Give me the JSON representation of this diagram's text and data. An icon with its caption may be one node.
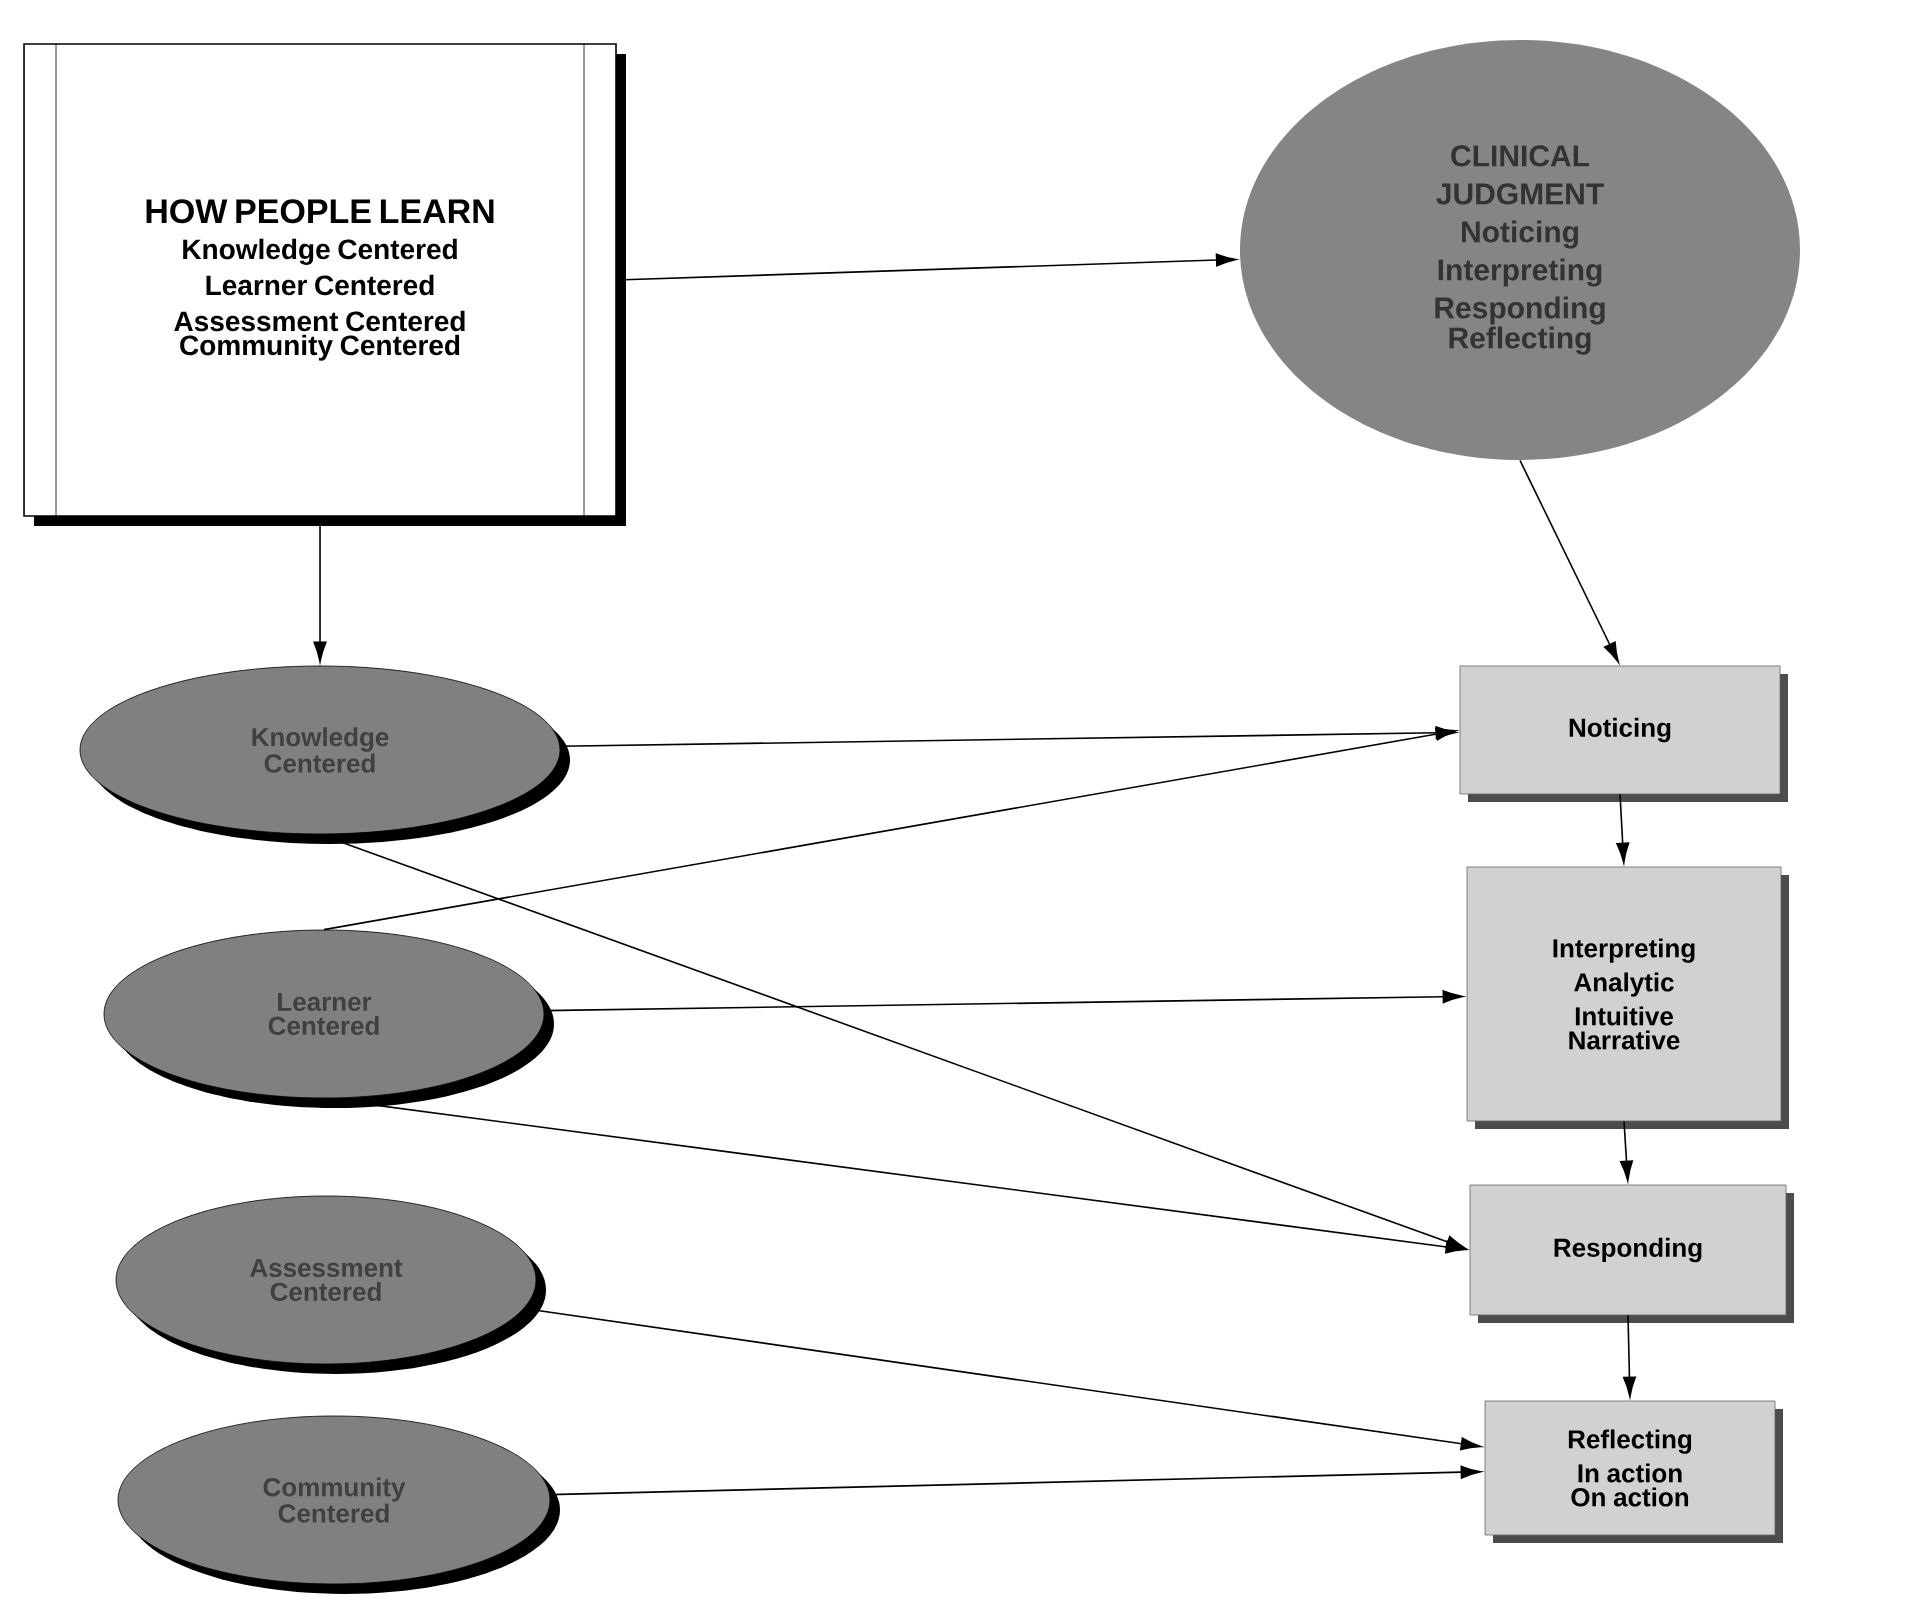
{
  "diagram": {
    "nodes": [
      {
        "text": [
          "HOW PEOPLE LEARN",
          "Knowledge Centered",
          "Learner Centered",
          "Assessment Centered",
          "Community Centered"
        ]
      },
      {
        "text": [
          "CLINICAL JUDGMENT",
          "Noticing",
          "Interpreting",
          "Responding",
          "Reflecting"
        ]
      },
      {
        "text": [
          "Knowledge Centered"
        ]
      },
      {
        "text": [
          "Learner Centered"
        ]
      },
      {
        "text": [
          "Assessment Centered"
        ]
      },
      {
        "text": [
          "Community Centered"
        ]
      },
      {
        "text": [
          "Noticing"
        ]
      },
      {
        "text": [
          "Interpreting",
          "Analytic",
          "Intuitive",
          "Narrative"
        ]
      },
      {
        "text": [
          "Responding"
        ]
      },
      {
        "text": [
          "Reflecting",
          "In action",
          "On action"
        ]
      }
    ],
    "edges": [
      {
        "from": 0,
        "to": 1,
        "arrow": "to"
      },
      {
        "from": 0,
        "to": 2,
        "arrow": "to"
      },
      {
        "from": 1,
        "to": 6,
        "arrow": "to"
      },
      {
        "from": 2,
        "to": 6,
        "arrow": "to"
      },
      {
        "from": 2,
        "to": 8,
        "arrow": "to"
      },
      {
        "from": 3,
        "to": 6,
        "arrow": "to"
      },
      {
        "from": 3,
        "to": 7,
        "arrow": "to"
      },
      {
        "from": 3,
        "to": 8,
        "arrow": "to"
      },
      {
        "from": 4,
        "to": 9,
        "arrow": "to"
      },
      {
        "from": 5,
        "to": 9,
        "arrow": "to"
      },
      {
        "from": 6,
        "to": 7,
        "arrow": "to"
      },
      {
        "from": 7,
        "to": 8,
        "arrow": "to"
      },
      {
        "from": 8,
        "to": 9,
        "arrow": "to"
      }
    ]
  }
}
